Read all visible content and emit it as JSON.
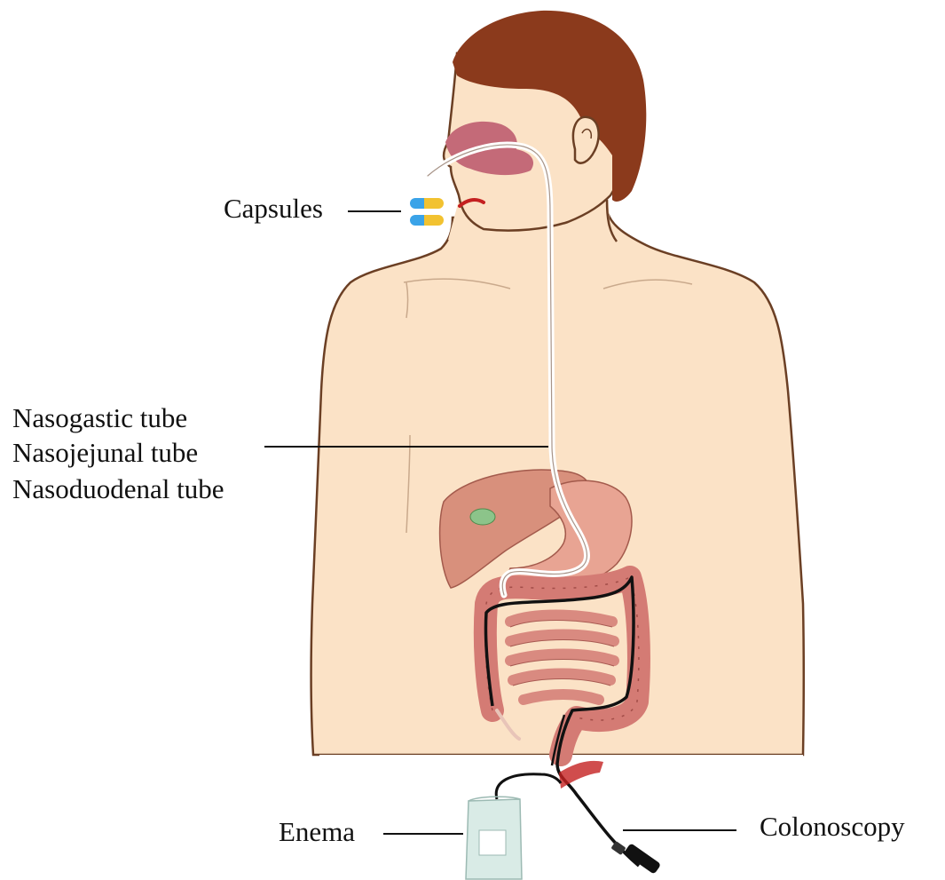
{
  "labels": {
    "capsules": "Capsules",
    "tubes": [
      "Nasogastic tube",
      "Nasojejunal tube",
      "Nasoduodenal tube"
    ],
    "enema": "Enema",
    "colonoscopy": "Colonoscopy"
  },
  "colors": {
    "skin": "#fbe2c6",
    "skin_outline": "#6b3f24",
    "hair": "#8b3a1c",
    "nasal": "#c46a78",
    "liver": "#d8907c",
    "stomach": "#e8a493",
    "intestine": "#d98a80",
    "colon": "#d47b74",
    "tube": "#ffffff",
    "scope": "#111111",
    "capsule_blue": "#3aa3e8",
    "capsule_yellow": "#f2c230",
    "enema_bag": "#d9ebe6",
    "wound": "#c42020"
  }
}
